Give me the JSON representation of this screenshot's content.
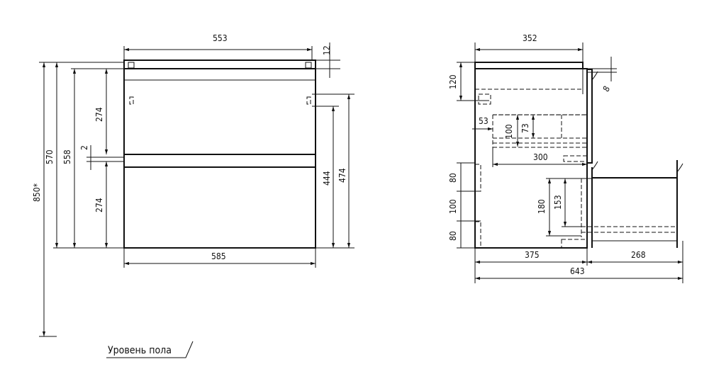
{
  "front_view": {
    "top_width": "553",
    "top_thickness": "12",
    "height_with_top": "570",
    "body_height": "558",
    "floor_height": "850*",
    "upper_front": "274",
    "gap": "2",
    "lower_front": "274",
    "mount_to_bottom": "444",
    "mount_top_to_bottom": "474",
    "body_width": "585"
  },
  "side_view": {
    "depth_top": "352",
    "top_zone": "120",
    "front_thickness": "8",
    "drawer_offset": "53",
    "inner_height": "100",
    "inner_height_small": "73",
    "drawer_depth": "300",
    "lower_a": "80",
    "lower_b": "100",
    "lower_c": "80",
    "drawer_height": "180",
    "drawer_inner": "153",
    "body_depth": "375",
    "extension": "268",
    "total_depth": "643"
  },
  "floor_label": "Уровень пола"
}
